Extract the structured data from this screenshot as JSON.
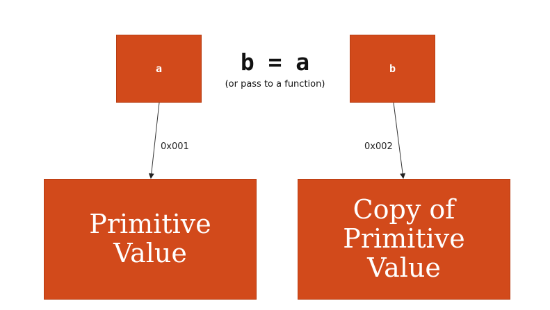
{
  "diagram": {
    "variable_a": "a",
    "variable_b": "b",
    "assignment": "b = a",
    "assignment_note": "(or pass to a function)",
    "address_a": "0x001",
    "address_b": "0x002",
    "primitive_value": "Primitive\nValue",
    "copy_value": "Copy of\nPrimitive\nValue",
    "box_color": "#d24a1b"
  }
}
